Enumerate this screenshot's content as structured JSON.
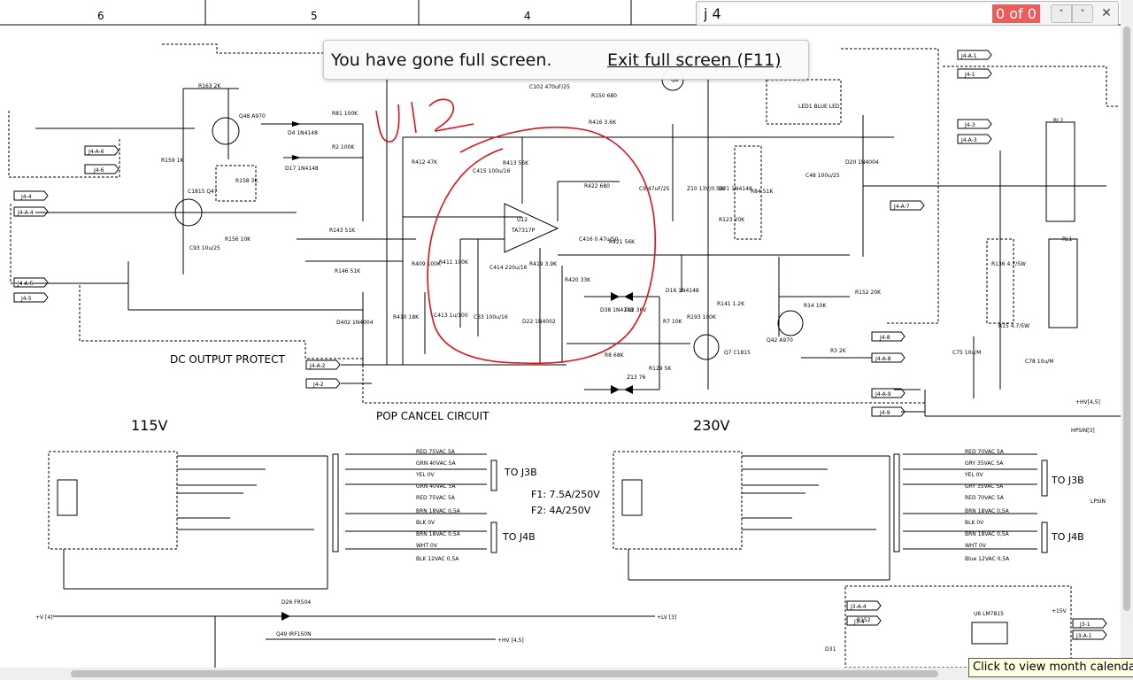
{
  "findbar": {
    "query": "j 4",
    "match_count": "0 of 0",
    "prev_icon": "chevron-up-icon",
    "next_icon": "chevron-down-icon",
    "close_icon": "close-icon",
    "no_match_color": "#ef5b5b"
  },
  "fullscreen_notice": {
    "message": "You have gone full screen.",
    "exit_link": "Exit full screen (F11)"
  },
  "tooltip": "Click to view month calendar",
  "schematic": {
    "border_columns": [
      "6",
      "5",
      "4"
    ],
    "section_titles": {
      "dc_output_protect": "DC OUTPUT PROTECT",
      "pop_cancel": "POP CANCEL CIRCUIT",
      "v115": "115V",
      "v230": "230V"
    },
    "fuse_note": [
      "F1: 7.5A/250V",
      "F2: 4A/250V"
    ],
    "to_labels": [
      "TO J3B",
      "TO J4B",
      "TO J3B",
      "TO J4B"
    ],
    "handwritten_note": "U12",
    "ic_label": [
      "U12",
      "TA7317P"
    ],
    "net_tags": [
      "J4-A-6",
      "J4-6",
      "J4-4",
      "J4-A-4",
      "J4-A-5",
      "J4-5",
      "J4-A-2",
      "J4-2",
      "J4-A-1",
      "J4-1",
      "J4-3",
      "J4-A-3",
      "J4-A-7",
      "J4-8",
      "J4-A-8",
      "J4-A-9",
      "J4-9",
      "J3-A-4",
      "J3-4",
      "J3-1",
      "J3-A-1"
    ],
    "components": [
      "R163 2K",
      "R159 1K",
      "Q48 A970",
      "C1815 Q47",
      "R158 3K",
      "R156 10K",
      "C93 10u/25",
      "D4 1N4148",
      "R81 100K",
      "D17 1N4148",
      "R2 100K",
      "R143 51K",
      "R146 51K",
      "D402 1N4004",
      "R412 47K",
      "R409 100K",
      "R410 18K",
      "C413 1u/100",
      "R411 100K",
      "C414 220u/16",
      "C33 100u/16",
      "C415 100u/16",
      "R413 56K",
      "R422 680",
      "C416 0.47u/50",
      "R421 56K",
      "R419 3.9K",
      "R420 33K",
      "D22 1N4002",
      "D38 1N4148",
      "Z12 36V",
      "R8 68K",
      "Z13 76",
      "R129 5K",
      "R7 10K",
      "R193 100K",
      "R416 3.6K",
      "R150 680",
      "C102 470uF/25",
      "Q8",
      "C9 47uF/25",
      "Z10 13V/0.5W",
      "D21 1N4148",
      "R123 20K",
      "R84 51K",
      "C48 100u/25",
      "D20 1N4004",
      "R141 1.2K",
      "Q7 C1815",
      "D16 1N4148",
      "R14 10K",
      "Q42 A970",
      "R3 2K",
      "R152 20K",
      "LED1 BLUE LED",
      "RL1",
      "RL2",
      "C75 10u/M",
      "C78 10u/M",
      "R136 4.7/5W",
      "R15 4.7/5W",
      "U6 LM7815",
      "D31",
      "B152",
      "D26 FR504",
      "Q49 IRF150N"
    ],
    "transformer_115": [
      "RED 75VAC 5A",
      "GRN 40VAC 5A",
      "YEL 0V",
      "GRN 40VAC 5A",
      "RED 75VAC 5A",
      "BRN 18VAC 0,5A",
      "BLK 0V",
      "BRN 18VAC 0,5A",
      "WHT 0V",
      "BLK 12VAC 0,5A"
    ],
    "transformer_230": [
      "RED 70VAC 5A",
      "GRY 35VAC 5A",
      "YEL 0V",
      "GRY 35VAC 5A",
      "RED 70VAC 5A",
      "BRN 18VAC 0,5A",
      "BLK 0V",
      "BRN 18VAC 0,5A",
      "WHT 0V",
      "Blue 12VAC 0,5A"
    ],
    "rail_labels": [
      "+V [4]",
      "+LV [3]",
      "+HV [4,5]",
      "+HV[4,5]",
      "HPSIN[3]",
      "LPSIN",
      "+15V"
    ]
  }
}
